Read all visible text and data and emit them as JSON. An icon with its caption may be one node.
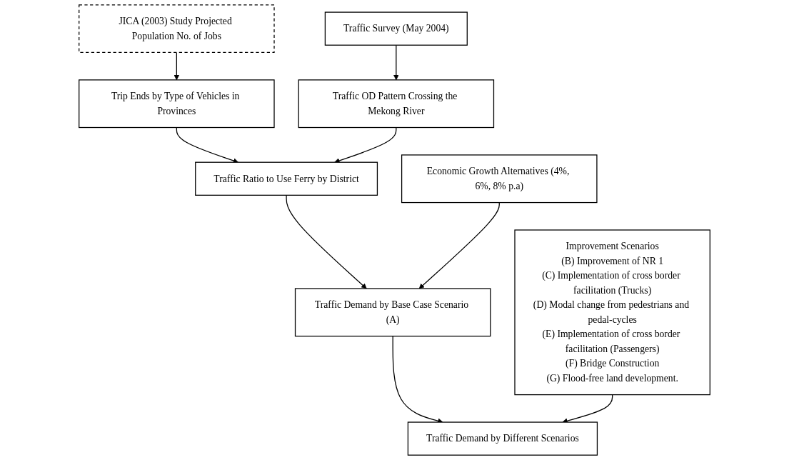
{
  "diagram": {
    "nodes": [
      {
        "text": [
          "JICA (2003) Study Projected Population No. of Jobs"
        ]
      },
      {
        "text": [
          "Trip Ends by Type of Vehicles in Provinces"
        ]
      },
      {
        "text": [
          "Traffic Survey (May 2004)"
        ]
      },
      {
        "text": [
          "Traffic OD Pattern Crossing the Mekong River"
        ]
      },
      {
        "text": [
          "Traffic Ratio to Use Ferry by District"
        ]
      },
      {
        "text": [
          "Improvement Scenarios",
          "(B) Improvement of NR 1",
          "(C) Implementation of cross border facilitation (Trucks)",
          "(D) Modal change from pedestrians and pedal-cycles",
          "(E) Implementation of cross border facilitation (Passengers)",
          "(F) Bridge Construction",
          "(G) Flood-free land development."
        ]
      },
      {
        "text": [
          "Economic Growth Alternatives (4%, 6%, 8% p.a)"
        ]
      },
      {
        "text": [
          "Traffic Demand by Base Case Scenario (A)"
        ]
      },
      {
        "text": [
          "Traffic Demand by Different Scenarios"
        ]
      }
    ],
    "edges": [
      {
        "from": 0,
        "to": 1,
        "arrow": "to"
      },
      {
        "from": 2,
        "to": 3,
        "arrow": "to"
      },
      {
        "from": 1,
        "to": 4,
        "arrow": "to"
      },
      {
        "from": 3,
        "to": 4,
        "arrow": "to"
      },
      {
        "from": 4,
        "to": 7,
        "arrow": "to"
      },
      {
        "from": 6,
        "to": 7,
        "arrow": "to"
      },
      {
        "from": 7,
        "to": 8,
        "arrow": "to"
      },
      {
        "from": 5,
        "to": 8,
        "arrow": "to"
      }
    ]
  }
}
